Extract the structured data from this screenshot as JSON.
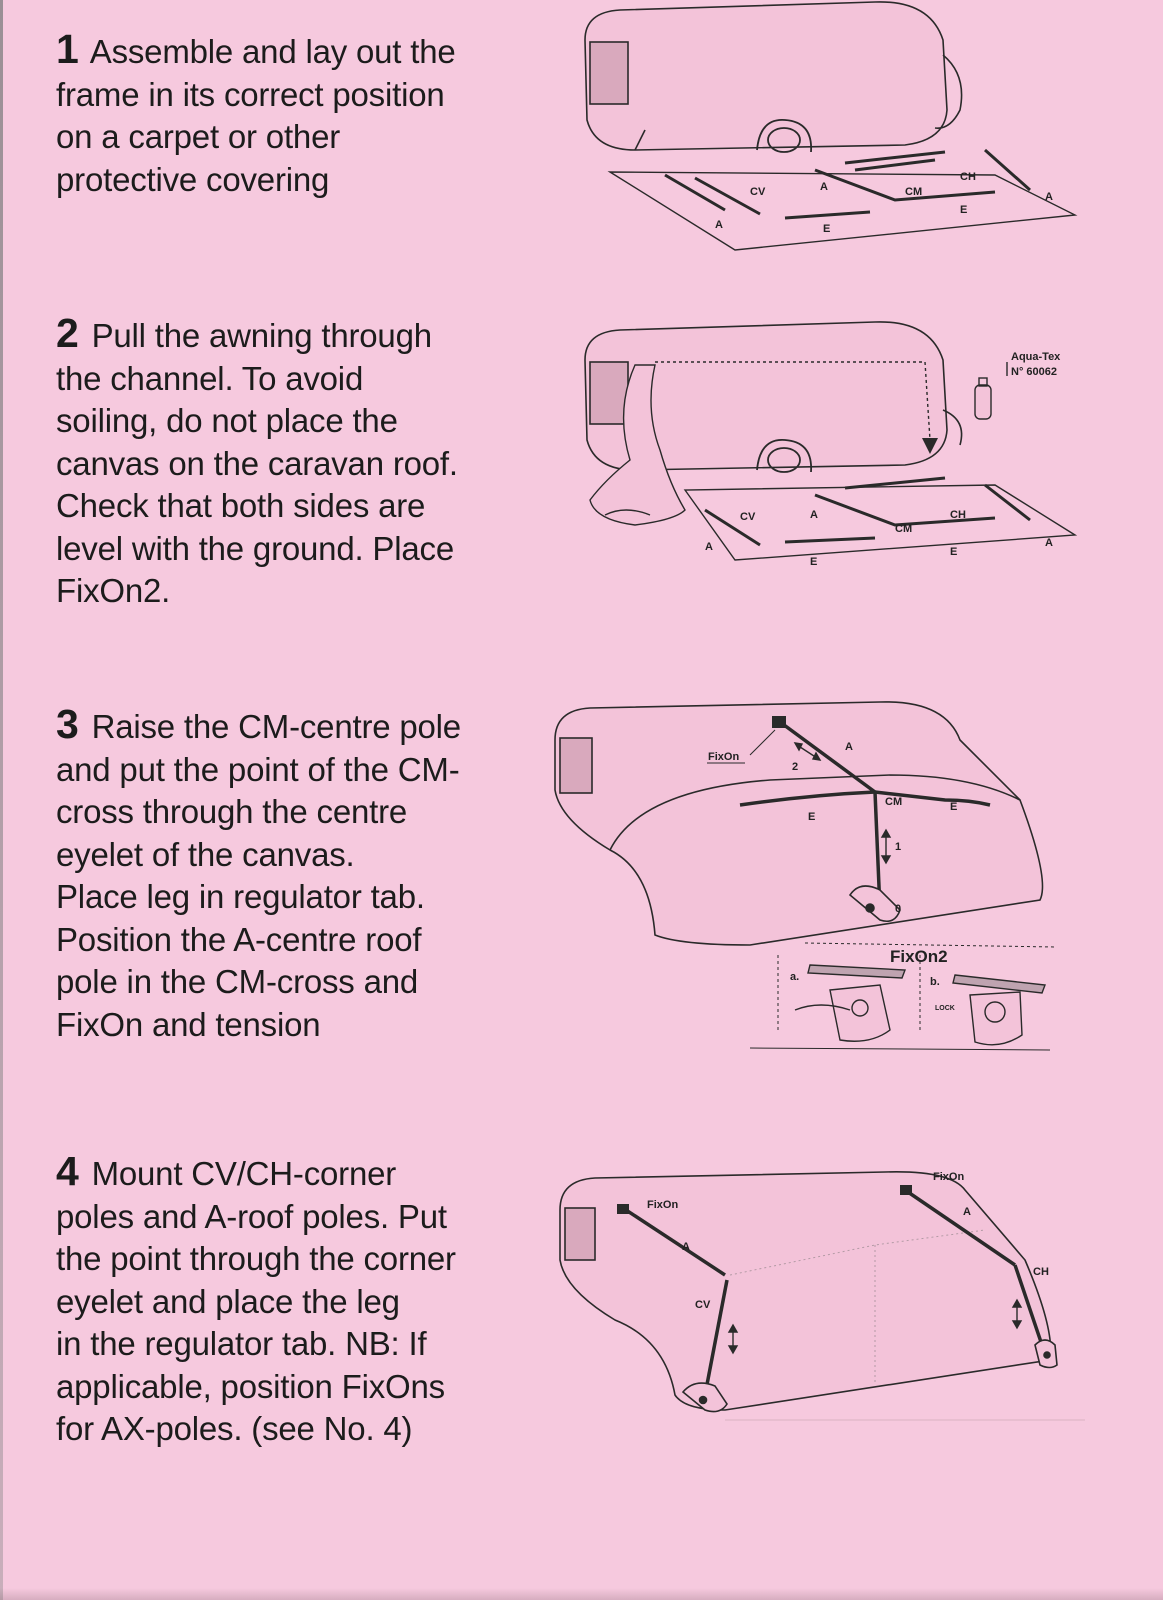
{
  "steps": [
    {
      "number": "1",
      "lines": [
        "Assemble and lay out the",
        "frame in its correct position",
        "on a carpet or other",
        "protective covering"
      ],
      "labels": {
        "cv": "CV",
        "a": "A",
        "e": "E",
        "cm": "CM",
        "ch": "CH"
      }
    },
    {
      "number": "2",
      "lines": [
        "Pull the awning through",
        "the channel. To avoid",
        "soiling, do not place the",
        "canvas on the caravan roof.",
        "Check that both sides are",
        "level with the ground. Place",
        "FixOn2."
      ],
      "labels": {
        "cv": "CV",
        "a": "A",
        "e": "E",
        "cm": "CM",
        "ch": "CH",
        "aquatex": "Aqua-Tex",
        "product_no": "N° 60062"
      }
    },
    {
      "number": "3",
      "lines": [
        "Raise the CM-centre pole",
        "and put the point of the CM-",
        "cross through the centre",
        "eyelet of the canvas.",
        "Place leg in regulator tab.",
        "Position the A-centre roof",
        "pole in the CM-cross and",
        "FixOn and tension"
      ],
      "labels": {
        "fixon": "FixOn",
        "a": "A",
        "two": "2",
        "one": "1",
        "cm": "CM",
        "e": "E",
        "fixon2": "FixOn2",
        "sub_a": "a.",
        "sub_b": "b.",
        "lock": "LOCK"
      }
    },
    {
      "number": "4",
      "lines": [
        "Mount CV/CH-corner",
        "poles and A-roof poles. Put",
        "the point through the corner",
        "eyelet and place the leg",
        "in the regulator tab. NB: If",
        "applicable, position FixOns",
        "for AX-poles. (see No. 4)"
      ],
      "labels": {
        "fixon_left": "FixOn",
        "fixon_right": "FixOn",
        "a_left": "A",
        "a_right": "A",
        "cv": "CV",
        "ch": "CH"
      }
    }
  ],
  "colors": {
    "paper": "#f6c9de",
    "ink": "#1c1c1c"
  }
}
